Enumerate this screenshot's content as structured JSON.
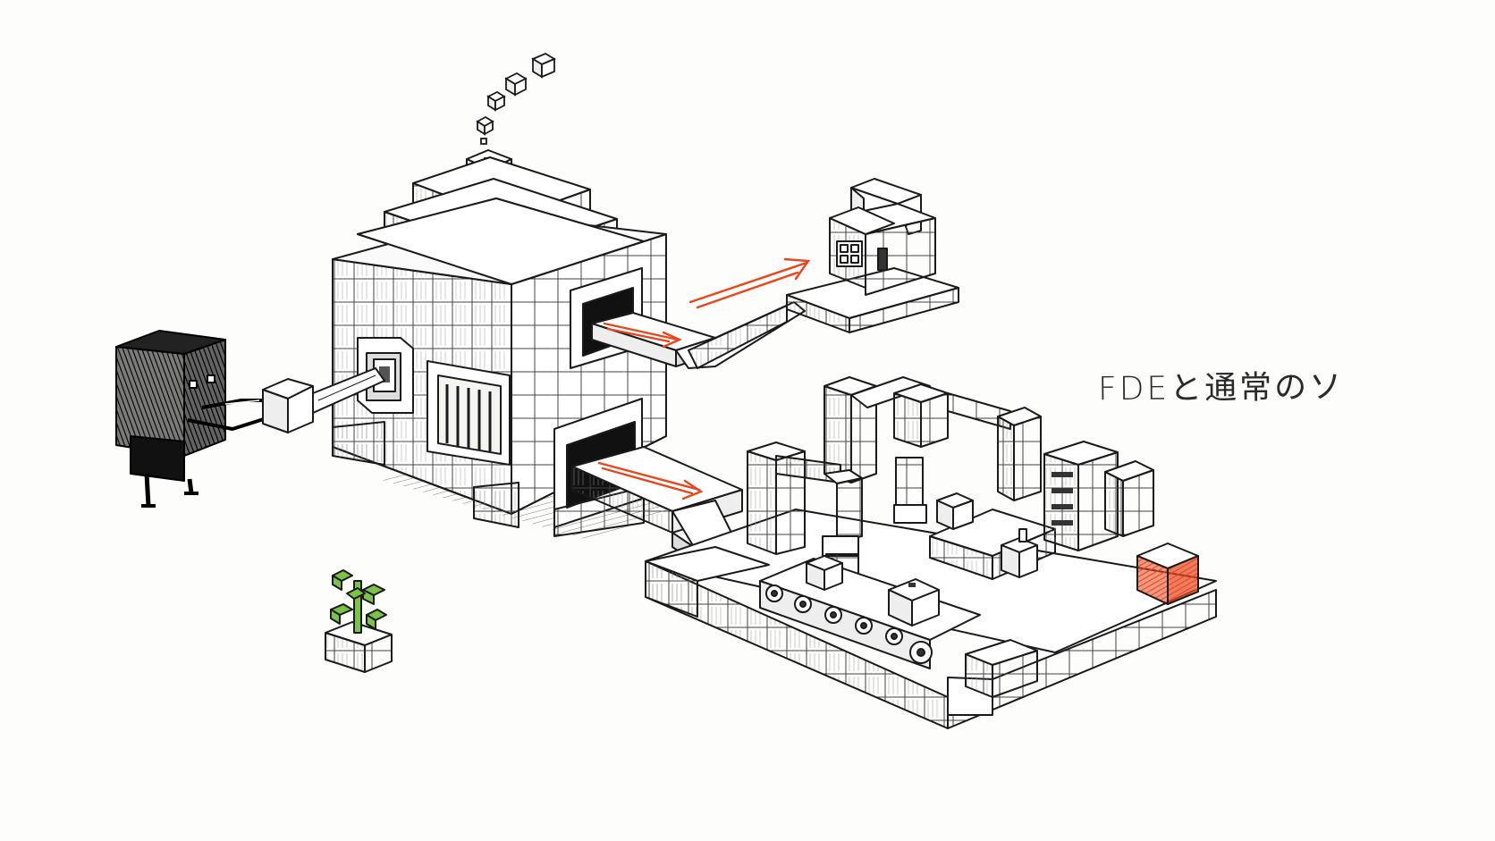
{
  "caption": "FDEと通常のソ",
  "colors": {
    "ink": "#1a1a1a",
    "paper": "#fdfdfb",
    "accent": "#e8461d",
    "leaf": "#7cc24a",
    "block_fill": "#ffffff",
    "block_side": "#eeeeea",
    "block_dark": "#dcdcd6"
  },
  "icons": [
    "black-block-robot",
    "cube-machine",
    "smoke-cubes",
    "conveyor-belt",
    "padlock-block",
    "assembly-line-factory",
    "sprout-pot",
    "red-block"
  ]
}
